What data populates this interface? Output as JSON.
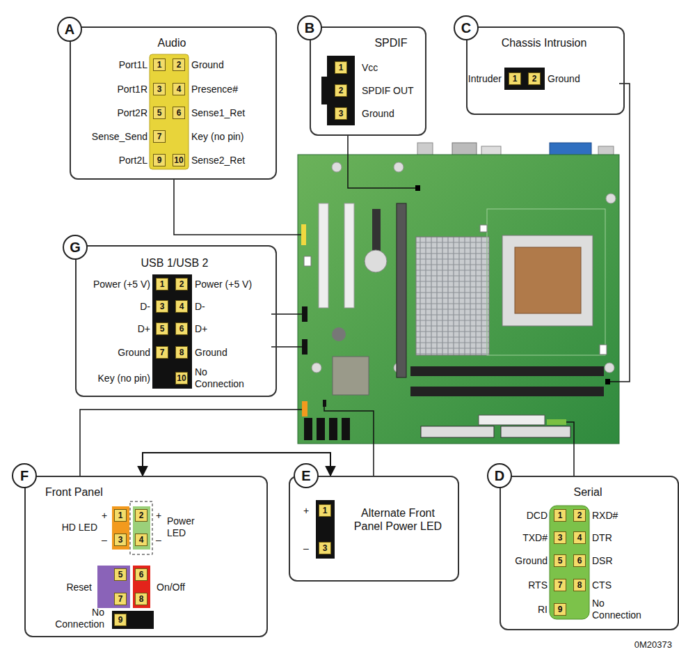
{
  "diagram": {
    "nodes": [
      {
        "text": [
          "A"
        ]
      },
      {
        "text": [
          "Audio"
        ]
      },
      {
        "text": [
          "B"
        ]
      },
      {
        "text": [
          "SPDIF"
        ]
      },
      {
        "text": [
          "C"
        ]
      },
      {
        "text": [
          "Chassis Intrusion"
        ]
      },
      {
        "text": [
          "G"
        ]
      },
      {
        "text": [
          "USB 1/USB 2"
        ]
      },
      {
        "text": [
          "F"
        ]
      },
      {
        "text": [
          "Front Panel"
        ]
      },
      {
        "text": [
          "E"
        ]
      },
      {
        "text": [
          "Alternate Front Panel Power LED"
        ]
      },
      {
        "text": [
          "D"
        ]
      },
      {
        "text": [
          "Serial"
        ]
      }
    ],
    "edges": [
      {
        "from": 9,
        "to": 11,
        "arrow": "both"
      }
    ],
    "labels": [
      "Port1L",
      "1",
      "2",
      "Ground",
      "Port1R",
      "3",
      "4",
      "Presence#",
      "Port2R",
      "5",
      "6",
      "Sense1_Ret",
      "Sense_Send",
      "7",
      "Key (no pin)",
      "Port2L",
      "9",
      "10",
      "Sense2_Ret",
      "1",
      "Vcc",
      "2",
      "SPDIF OUT",
      "3",
      "Ground",
      "Intruder",
      "1",
      "2",
      "Ground",
      "Power (+5 V)",
      "1",
      "2",
      "Power (+5 V)",
      "D-",
      "3",
      "4",
      "D-",
      "D+",
      "5",
      "6",
      "D+",
      "Ground",
      "7",
      "8",
      "Ground",
      "Key (no pin)",
      "10",
      "No Connection",
      "+",
      "1",
      "2",
      "+",
      "HD LED",
      "Power LED",
      "–",
      "3",
      "4",
      "–",
      "5",
      "6",
      "Reset",
      "On/Off",
      "7",
      "8",
      "No Connection",
      "9",
      "+",
      "1",
      "–",
      "3",
      "DCD",
      "1",
      "2",
      "RXD#",
      "TXD#",
      "3",
      "4",
      "DTR",
      "Ground",
      "5",
      "6",
      "DSR",
      "RTS",
      "7",
      "8",
      "CTS",
      "RI",
      "9",
      "No Connection",
      "0M20373"
    ]
  }
}
